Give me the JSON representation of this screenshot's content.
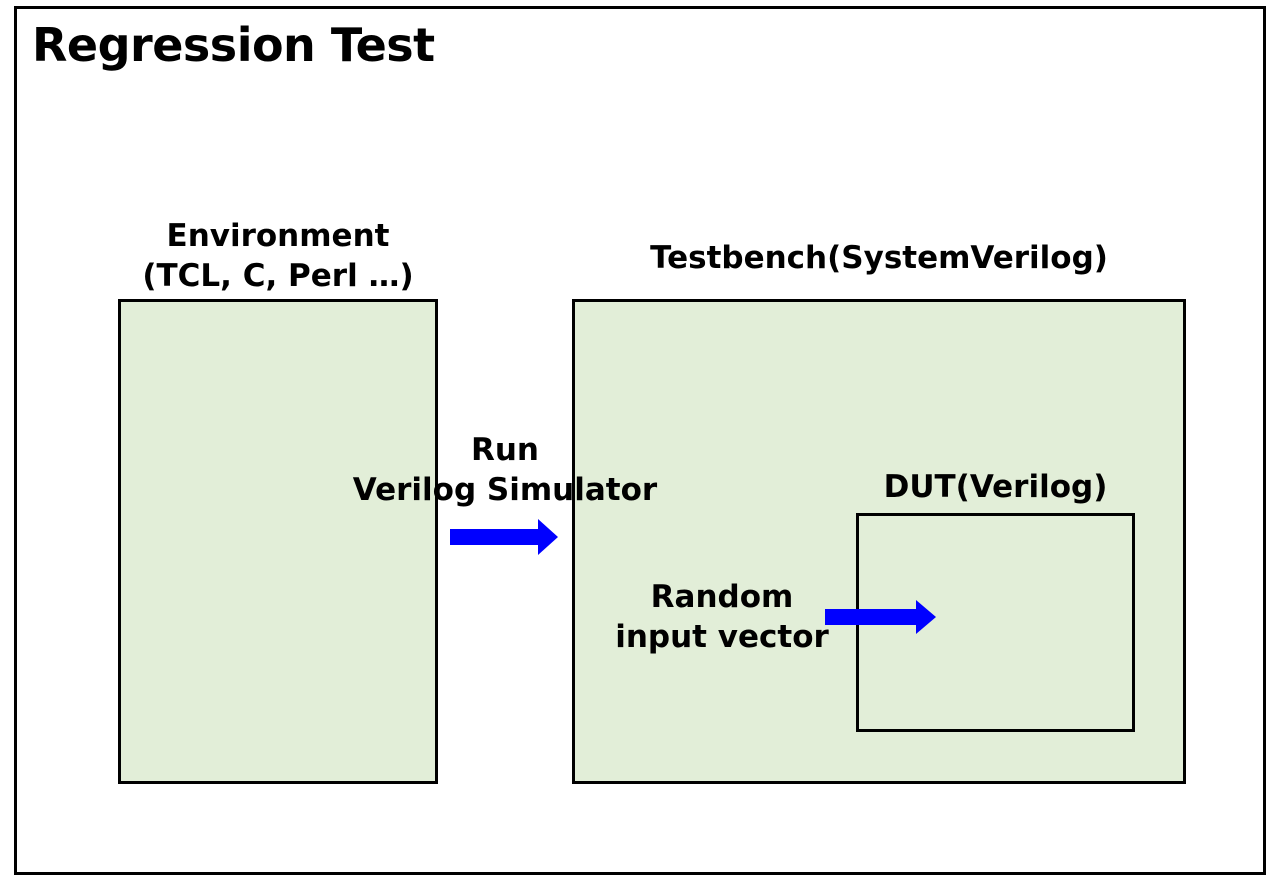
{
  "diagram": {
    "title": "Regression Test",
    "environment": {
      "line1": "Environment",
      "line2": "(TCL, C, Perl …)"
    },
    "testbench": {
      "label": "Testbench(SystemVerilog)"
    },
    "dut": {
      "label": "DUT(Verilog)"
    },
    "run_arrow": {
      "line1": "Run",
      "line2": "Verilog Simulator"
    },
    "input_arrow": {
      "line1": "Random",
      "line2": "input vector"
    },
    "colors": {
      "box_fill": "#e2eed8",
      "arrow": "#0000ff",
      "border": "#000000"
    }
  }
}
